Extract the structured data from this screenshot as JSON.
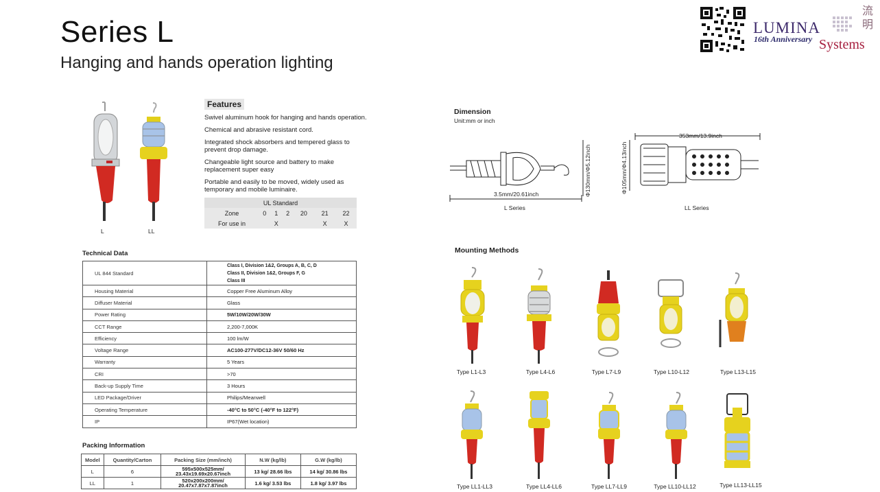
{
  "header": {
    "title": "Series L",
    "subtitle": "Hanging and hands operation lighting"
  },
  "logo": {
    "brand": "LUMINA",
    "anniversary": "16th Anniversary",
    "systems": "Systems",
    "chinese": "流明"
  },
  "product_labels": [
    "L",
    "LL"
  ],
  "features": {
    "heading": "Features",
    "items": [
      "Swivel aluminum hook for hanging and hands operation.",
      "Chemical and abrasive resistant  cord.",
      "Integrated shock absorbers and tempered glass to prevent drop damage.",
      "Changeable light source and battery to make replacement super easy",
      "Portable and easily to be moved, widely used as temporary and mobile luminaire."
    ]
  },
  "ul_standard": {
    "title": "UL Standard",
    "zone_label": "Zone",
    "zones": [
      "0",
      "1",
      "2",
      "20",
      "21",
      "22"
    ],
    "use_label": "For use in",
    "use": [
      "",
      "X",
      "",
      "",
      "X",
      "X"
    ]
  },
  "technical": {
    "heading": "Technical  Data",
    "rows": [
      {
        "label": "UL 844 Standard",
        "value": "Class I, Division 1&2, Groups A, B, C, D\nClass II, Division 1&2, Groups F, G\nClass III"
      },
      {
        "label": "Housing Material",
        "value": "Copper Free  Aluminum Alloy"
      },
      {
        "label": "Diffuser Material",
        "value": "Glass"
      },
      {
        "label": "Power Rating",
        "value": "5W/10W/20W/30W"
      },
      {
        "label": "CCT Range",
        "value": "2,200-7,000K"
      },
      {
        "label": "Efficiency",
        "value": "100 lm/W"
      },
      {
        "label": "Voltage Range",
        "value": "AC100-277V/DC12-36V      50/60 Hz"
      },
      {
        "label": "Warranty",
        "value": "5 Years"
      },
      {
        "label": "CRI",
        "value": ">70"
      },
      {
        "label": "Back-up Supply Time",
        "value": "3 Hours"
      },
      {
        "label": "LED Package/Driver",
        "value": "Philips/Meanwell"
      },
      {
        "label": "Operating Temperature",
        "value": "-40°C to 50°C (-40°F to 122°F)"
      },
      {
        "label": "IP",
        "value": "IP67(Wet location)"
      }
    ]
  },
  "packing": {
    "heading": "Packing Information",
    "columns": [
      "Model",
      "Quantity/Carton",
      "Packing Size (mm/inch)",
      "N.W (kg/lb)",
      "G.W (kg/lb)"
    ],
    "rows": [
      [
        "L",
        "6",
        "595x500x525mm/\n23.43x19.69x20.67inch",
        "13 kg/ 28.66 lbs",
        "14 kg/ 30.86 lbs"
      ],
      [
        "LL",
        "1",
        "520x200x200mm/\n20.47x7.87x7.87inch",
        "1.6 kg/ 3.53 lbs",
        "1.8 kg/ 3.97 lbs"
      ]
    ]
  },
  "dimension": {
    "heading": "Dimension",
    "unit": "Unit:mm or inch",
    "l_width": "3.5mm/20.61inch",
    "l_height": "Φ130mm/Φ5.12inch",
    "l_caption": "L Series",
    "ll_width": "353mm/13.9inch",
    "ll_height": "Φ105mm/Φ4.13inch",
    "ll_caption": "LL Series"
  },
  "mounting": {
    "heading": "Mounting Methods",
    "types": [
      "Type L1-L3",
      "Type L4-L6",
      "Type L7-L9",
      "Type L10-L12",
      "Type L13-L15",
      "Type LL1-LL3",
      "Type LL4-LL6",
      "Type LL7-LL9",
      "Type LL10-LL12",
      "Type LL13-LL15"
    ]
  },
  "colors": {
    "red": "#d12a22",
    "yellow": "#e6d21e",
    "steel": "#b9bec2",
    "brand_purple": "#3d2a6b",
    "brand_red": "#a6203f"
  }
}
